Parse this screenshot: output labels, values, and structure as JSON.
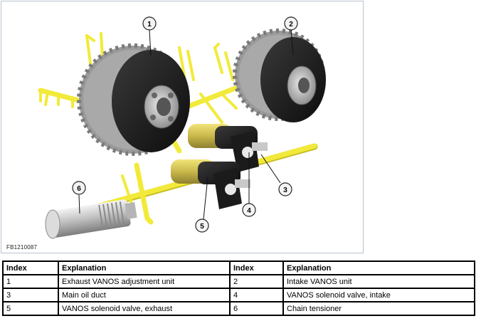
{
  "figure": {
    "id": "FB1210087",
    "callouts": [
      "1",
      "2",
      "3",
      "4",
      "5",
      "6"
    ]
  },
  "legend": {
    "headers": [
      "Index",
      "Explanation",
      "Index",
      "Explanation"
    ],
    "rows": [
      [
        "1",
        "Exhaust VANOS adjustment unit",
        "2",
        "Intake VANOS unit"
      ],
      [
        "3",
        "Main oil duct",
        "4",
        "VANOS solenoid valve, intake"
      ],
      [
        "5",
        "VANOS solenoid valve, exhaust",
        "6",
        "Chain tensioner"
      ]
    ]
  },
  "colors": {
    "oil_duct": "#f2ea3a",
    "unit_dark": "#1a1a1a",
    "gear": "#a7a7a7",
    "callout_fill": "#f3f3f3"
  }
}
